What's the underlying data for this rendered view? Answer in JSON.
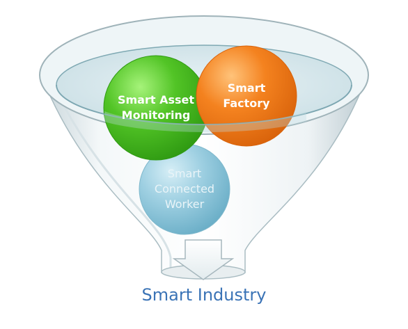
{
  "diagram": {
    "circles": [
      {
        "id": "asset",
        "label": "Smart Asset\nMonitoring",
        "color": "#4bbd23"
      },
      {
        "id": "factory",
        "label": "Smart\nFactory",
        "color": "#f07d1a"
      },
      {
        "id": "worker",
        "label": "Smart\nConnected\nWorker",
        "color": "#8ec6da"
      }
    ],
    "caption": "Smart Industry",
    "colors": {
      "funnel_rim": "#a9c8cf",
      "caption": "#3a73b6"
    }
  }
}
